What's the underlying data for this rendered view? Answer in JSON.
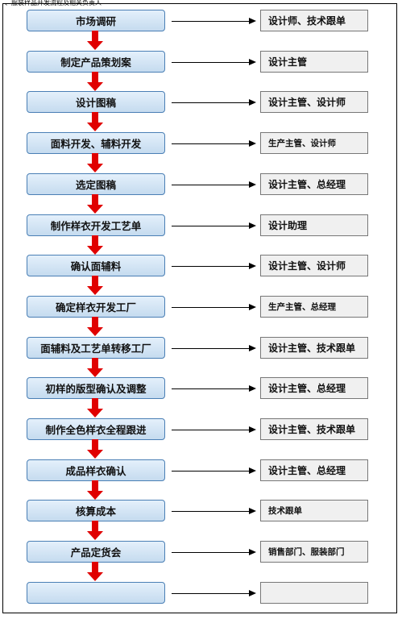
{
  "header_text": "、服装样品开发流程及相关负责人",
  "colors": {
    "step_fill": "#cfe0f2",
    "step_border": "#4a7fb5",
    "role_fill": "#f0f0f0",
    "arrow_down": "#e00000",
    "arrow_right": "#000000"
  },
  "steps": [
    {
      "label": "市场调研",
      "role": "设计师、技术跟单",
      "role_size": "normal"
    },
    {
      "label": "制定产品策划案",
      "role": "设计主管",
      "role_size": "normal"
    },
    {
      "label": "设计图稿",
      "role": "设计主管、设计师",
      "role_size": "normal"
    },
    {
      "label": "面料开发、辅料开发",
      "role": "生产主管、设计师",
      "role_size": "small"
    },
    {
      "label": "选定图稿",
      "role": "设计主管、总经理",
      "role_size": "normal"
    },
    {
      "label": "制作样衣开发工艺单",
      "role": "设计助理",
      "role_size": "normal"
    },
    {
      "label": "确认面辅料",
      "role": "设计主管、设计师",
      "role_size": "normal"
    },
    {
      "label": "确定样衣开发工厂",
      "role": "生产主管、总经理",
      "role_size": "small"
    },
    {
      "label": "面辅料及工艺单转移工厂",
      "role": "设计主管、技术跟单",
      "role_size": "normal"
    },
    {
      "label": "初样的版型确认及调整",
      "role": "设计主管、总经理",
      "role_size": "normal"
    },
    {
      "label": "制作全色样衣全程跟进",
      "role": "设计主管、技术跟单",
      "role_size": "normal"
    },
    {
      "label": "成品样衣确认",
      "role": "设计主管、总经理",
      "role_size": "normal"
    },
    {
      "label": "核算成本",
      "role": "技术跟单",
      "role_size": "small"
    },
    {
      "label": "产品定货会",
      "role": "销售部门、服装部门",
      "role_size": "small"
    },
    {
      "label": "",
      "role": "",
      "role_size": "normal"
    }
  ]
}
